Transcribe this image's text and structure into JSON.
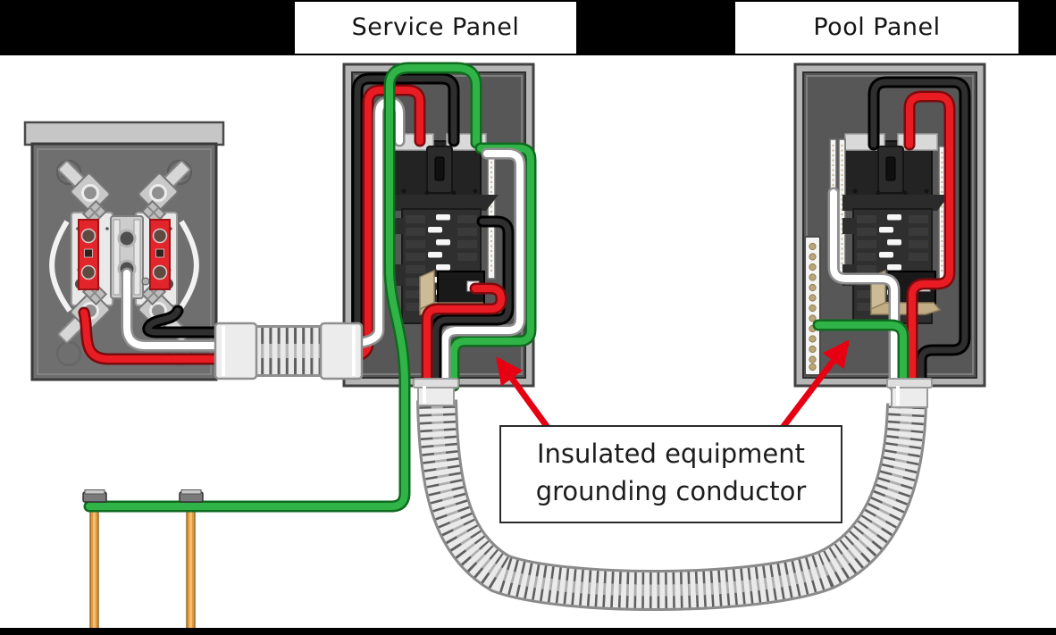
{
  "banner": {
    "service_panel": "Service Panel",
    "pool_panel": "Pool Panel"
  },
  "annotation": {
    "line1": "Insulated equipment",
    "line2": "grounding conductor"
  },
  "colors": {
    "banner_bg": "#000000",
    "label_text": "#1c1c1c",
    "arrow_red": "#e60012",
    "wire_red": "#ea1c23",
    "wire_black": "#1b1b1b",
    "wire_white": "#ffffff",
    "wire_green": "#31b447",
    "panel_frame": "#b5b5b5",
    "panel_interior": "#575757",
    "meter_body": "#6f6f6f",
    "conduit_gray": "#e9e9e9",
    "copper_rod": "#e09a40",
    "breaker_dark": "#232323",
    "bracket_tan": "#cdbb97"
  }
}
